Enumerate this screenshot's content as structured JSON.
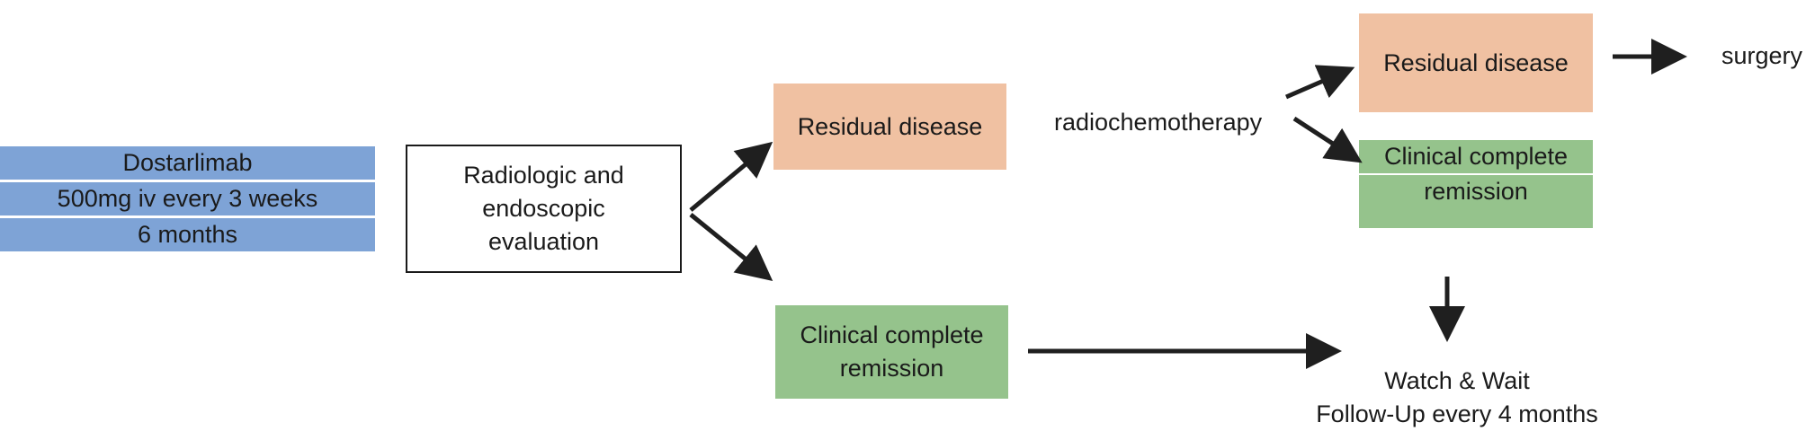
{
  "colors": {
    "blue": "#7ea3d6",
    "salmon": "#f0c1a2",
    "green": "#95c38c",
    "arrow": "#1f1f1f"
  },
  "treatment": {
    "lines": [
      "Dostarlimab",
      "500mg iv every 3 weeks",
      "6 months"
    ]
  },
  "evaluation": {
    "lines": [
      "Radiologic and",
      "endoscopic",
      "evaluation"
    ]
  },
  "first_outcomes": {
    "residual": "Residual disease",
    "complete": [
      "Clinical complete",
      "remission"
    ]
  },
  "second_step": {
    "therapy": "radiochemotherapy",
    "residual": "Residual disease",
    "complete": [
      "Clinical complete",
      "remission"
    ],
    "surgery": "surgery"
  },
  "watch": {
    "lines": [
      "Watch & Wait",
      "Follow-Up every 4 months"
    ]
  }
}
